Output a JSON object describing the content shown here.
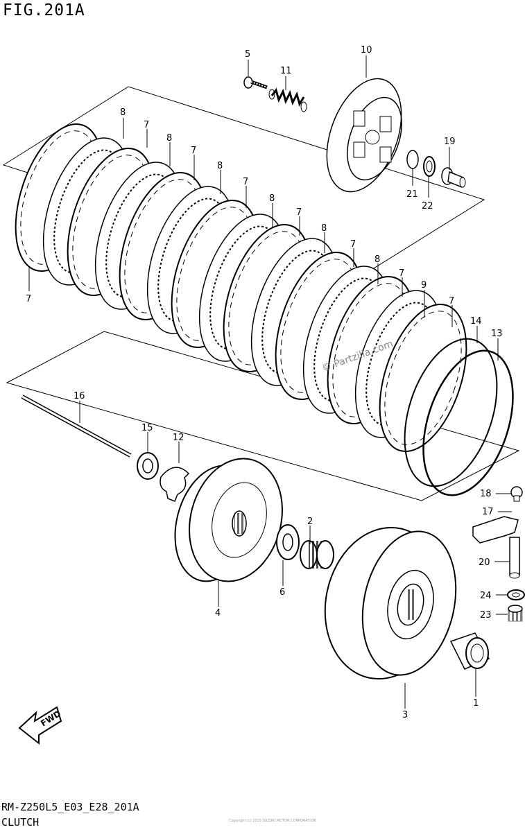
{
  "figure": {
    "title": "FIG.201A",
    "model_code": "RM-Z250L5_E03_E28_201A",
    "section_name": "CLUTCH",
    "watermark": "© Partzilla.com",
    "fwd_label": "FWD",
    "footer_fineprint": "Copyright (c) 2015 SUZUKI MOTOR CORPORATION"
  },
  "callouts": [
    {
      "id": "c5",
      "label": "5"
    },
    {
      "id": "c11",
      "label": "11"
    },
    {
      "id": "c10",
      "label": "10"
    },
    {
      "id": "c19",
      "label": "19"
    },
    {
      "id": "c21",
      "label": "21"
    },
    {
      "id": "c22",
      "label": "22"
    },
    {
      "id": "c8a",
      "label": "8"
    },
    {
      "id": "c7a",
      "label": "7"
    },
    {
      "id": "c8b",
      "label": "8"
    },
    {
      "id": "c7b",
      "label": "7"
    },
    {
      "id": "c8c",
      "label": "8"
    },
    {
      "id": "c7c",
      "label": "7"
    },
    {
      "id": "c8d",
      "label": "8"
    },
    {
      "id": "c7d",
      "label": "7"
    },
    {
      "id": "c8e",
      "label": "8"
    },
    {
      "id": "c7e",
      "label": "7"
    },
    {
      "id": "c8f",
      "label": "8"
    },
    {
      "id": "c7f",
      "label": "7"
    },
    {
      "id": "c9",
      "label": "9"
    },
    {
      "id": "c7g",
      "label": "7"
    },
    {
      "id": "c14",
      "label": "14"
    },
    {
      "id": "c13",
      "label": "13"
    },
    {
      "id": "c7h",
      "label": "7"
    },
    {
      "id": "c16",
      "label": "16"
    },
    {
      "id": "c15",
      "label": "15"
    },
    {
      "id": "c12",
      "label": "12"
    },
    {
      "id": "c2",
      "label": "2"
    },
    {
      "id": "c4",
      "label": "4"
    },
    {
      "id": "c6",
      "label": "6"
    },
    {
      "id": "c18",
      "label": "18"
    },
    {
      "id": "c17",
      "label": "17"
    },
    {
      "id": "c20",
      "label": "20"
    },
    {
      "id": "c24",
      "label": "24"
    },
    {
      "id": "c23",
      "label": "23"
    },
    {
      "id": "c1",
      "label": "1"
    },
    {
      "id": "c3",
      "label": "3"
    }
  ]
}
